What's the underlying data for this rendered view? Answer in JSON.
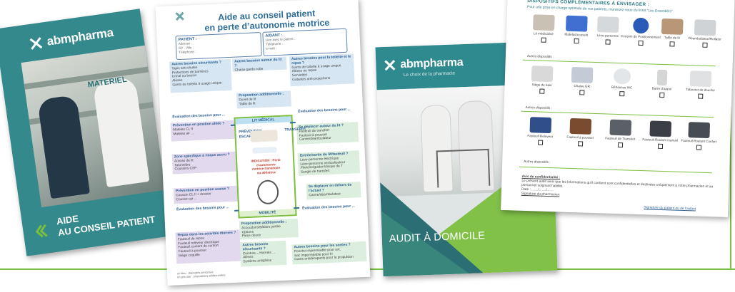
{
  "brand": {
    "name": "abmpharma",
    "tagline": "Le choix de la pharmacie",
    "colors": {
      "teal": "#34898d",
      "green": "#7bbf3f",
      "blue": "#2e6e98",
      "purple": "#e2d9ef"
    }
  },
  "brochure1": {
    "photo_sign": "MATERIEL",
    "title_line1": "AIDE",
    "title_line2": "AU CONSEIL PATIENT"
  },
  "brochure2": {
    "title_line1": "Aide au conseil patient",
    "title_line2": "en perte d’autonomie motrice",
    "patient_box": {
      "title": "PATIENT :",
      "lines": [
        "Adresse :",
        "CP :                      Ville :",
        "Téléphone :"
      ]
    },
    "aidant_box": {
      "title": "AIDANT :",
      "lines": [
        "Lien avec le patient :",
        "Téléphone :",
        "e-mail :"
      ]
    },
    "blocks": [
      {
        "title": "Autres besoins sécurisants ?",
        "lines": [
          "Tapis anti-chutes",
          "Protections de barrières",
          "Urinal ou bassin",
          "Alèses",
          "Gants de toilette à usage unique"
        ]
      },
      {
        "title": "Autres besoins autour du lit ?",
        "lines": [
          "Chaise garde-robe"
        ]
      },
      {
        "title": "Autres besoins pour la toilette et le repas ?",
        "lines": [
          "Gants de toilette à usage unique",
          "Alèses au repas",
          "Serviettes",
          "Gobelets anti-projections"
        ]
      },
      {
        "title": "Proposition additionnelle :",
        "lines": [
          "Duvet de lit",
          "Table de lit"
        ]
      },
      {
        "title": "Évaluation des besoins pour ...",
        "lines": []
      },
      {
        "title": "Prévention en position alitée ?",
        "lines": [
          "Matelas CL II",
          "Matelas air ..."
        ]
      },
      {
        "title": "Zone spécifique à risque accru ?",
        "lines": [
          "Arceau de lit",
          "Talonnière",
          "Coussins CSP"
        ]
      },
      {
        "title": "Prévention en position assise ?",
        "lines": [
          "Coussin CL II + dossier",
          "Coussin air ..."
        ]
      },
      {
        "title": "Évaluation des besoins pour ...",
        "lines": []
      },
      {
        "title": "Repas dans les activités diurnes ?",
        "lines": [
          "Fauteuil de repos",
          "Fauteuil releveur électrique",
          "Fauteuil coulant de confort",
          "Fauteuil à pousser",
          "Siège coquille"
        ]
      },
      {
        "title": "Évaluation des besoins pour ...",
        "lines": []
      },
      {
        "title": "Se déplacer autour du lit ?",
        "lines": [
          "Fauteuil de transfert",
          "Fauteuil à pousser",
          "Canne/déambulateur"
        ]
      },
      {
        "title": "Entrée/sortie du lit/fauteuil ?",
        "lines": [
          "Lève-personne électrique",
          "Lève-personne verticalisateur",
          "Planche/guidon/disque de T",
          "Sangle de transfert"
        ]
      },
      {
        "title": "Se déplacer en dehors de l’actuel ?",
        "lines": [
          "Canne/déambulateur"
        ]
      },
      {
        "title": "Évaluation des besoins pour ...",
        "lines": []
      },
      {
        "title": "Proposition additionnelle :",
        "lines": [
          "Accoudoirs/Bâtière jambe",
          "Options",
          "Pièce douce"
        ]
      },
      {
        "title": "Autres besoins sécurisants ?",
        "lines": [
          "Ceinture – Harnais ...",
          "Alèses",
          "Système antiglisse"
        ]
      },
      {
        "title": "Autres besoins pour les sorties ?",
        "lines": [
          "Poncho imperméable pour ext.",
          "Sac imperméable pour Fr",
          "Gants antidérapants pour la propulsion"
        ]
      }
    ],
    "center": {
      "top_label": "LIT MÉDICAL",
      "bottom_label": "MOBILITÉ",
      "left_vertical": "PRÉVENTION ESCARRE",
      "right_vertical": "TRANSFERT",
      "indication": "INDICATION : Perte d’autonomie motrice transitoire ou définitive"
    },
    "legend": [
      "en bleu : dispositifs principaux",
      "en gris clair : propositions additionnelles"
    ]
  },
  "brochure3": {
    "title": "AUDIT À DOMICILE"
  },
  "brochure4": {
    "heading": "DISPOSITIFS COMPLÉMENTAIRES À ENVISAGER :",
    "subheading": "Pour une prise en charge optimale de vos patients, munissez-vous du livret “Les Essentiels”",
    "row1": [
      "Lit médicalisé",
      "Matelas/coussin",
      "Lève-personne",
      "Coussin de Positionnement",
      "Table de lit",
      "Déambulateur/Rollator"
    ],
    "row2": [
      "Siège de bain",
      "Chaise GR",
      "Réhausse WC",
      "Barre d’appui",
      "Tabouret de douche"
    ],
    "row3": [
      "Fauteuil Releveur",
      "Fauteuil à pousser",
      "Fauteuil de Transfert",
      "Fauteuil Roulant manuel",
      "Fauteuil Roulant Confort"
    ],
    "other_label": "Autres dispositifs :",
    "confidentiality_title": "Avis de confidentialité :",
    "confidentiality_text": "Le présent audit ainsi que les informations qu’il contient sont confidentielles et destinées uniquement à votre pharmacien et au personnel soignant habilité.",
    "date_label": "Date : ......./......./.......",
    "pharmacist_sig": "Signature du pharmacien",
    "patient_sig": "Signature du patient ou de l’aidant"
  }
}
